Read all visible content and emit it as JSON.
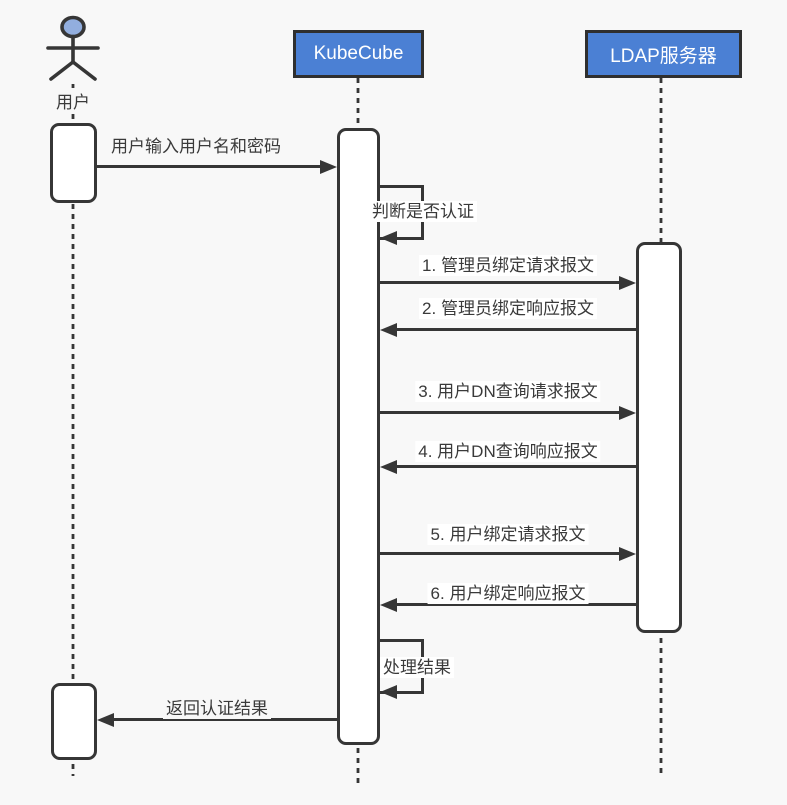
{
  "diagram_type": "uml-sequence",
  "participants": {
    "user": {
      "label": "用户",
      "kind": "actor"
    },
    "kubecube": {
      "label": "KubeCube",
      "kind": "object"
    },
    "ldap": {
      "label": "LDAP服务器",
      "kind": "object"
    }
  },
  "messages": [
    {
      "text": "用户输入用户名和密码",
      "from": "用户",
      "to": "KubeCube",
      "kind": "arrow-right"
    },
    {
      "text": "判断是否认证",
      "from": "KubeCube",
      "to": "KubeCube",
      "kind": "self"
    },
    {
      "text": "1. 管理员绑定请求报文",
      "from": "KubeCube",
      "to": "LDAP服务器",
      "kind": "arrow-right"
    },
    {
      "text": "2. 管理员绑定响应报文",
      "from": "LDAP服务器",
      "to": "KubeCube",
      "kind": "arrow-left"
    },
    {
      "text": "3. 用户DN查询请求报文",
      "from": "KubeCube",
      "to": "LDAP服务器",
      "kind": "arrow-right"
    },
    {
      "text": "4. 用户DN查询响应报文",
      "from": "LDAP服务器",
      "to": "KubeCube",
      "kind": "arrow-left"
    },
    {
      "text": "5. 用户绑定请求报文",
      "from": "KubeCube",
      "to": "LDAP服务器",
      "kind": "arrow-right"
    },
    {
      "text": "6. 用户绑定响应报文",
      "from": "LDAP服务器",
      "to": "KubeCube",
      "kind": "arrow-left"
    },
    {
      "text": "处理结果",
      "from": "KubeCube",
      "to": "KubeCube",
      "kind": "self"
    },
    {
      "text": "返回认证结果",
      "from": "KubeCube",
      "to": "用户",
      "kind": "arrow-left"
    }
  ],
  "colors": {
    "background": "#f8f8f8",
    "line": "#363636",
    "participant_fill": "#4b80d4",
    "participant_text": "#ffffff",
    "actor_head_fill": "#92aede",
    "activation_fill": "#ffffff",
    "label_background": "#ffffff"
  }
}
